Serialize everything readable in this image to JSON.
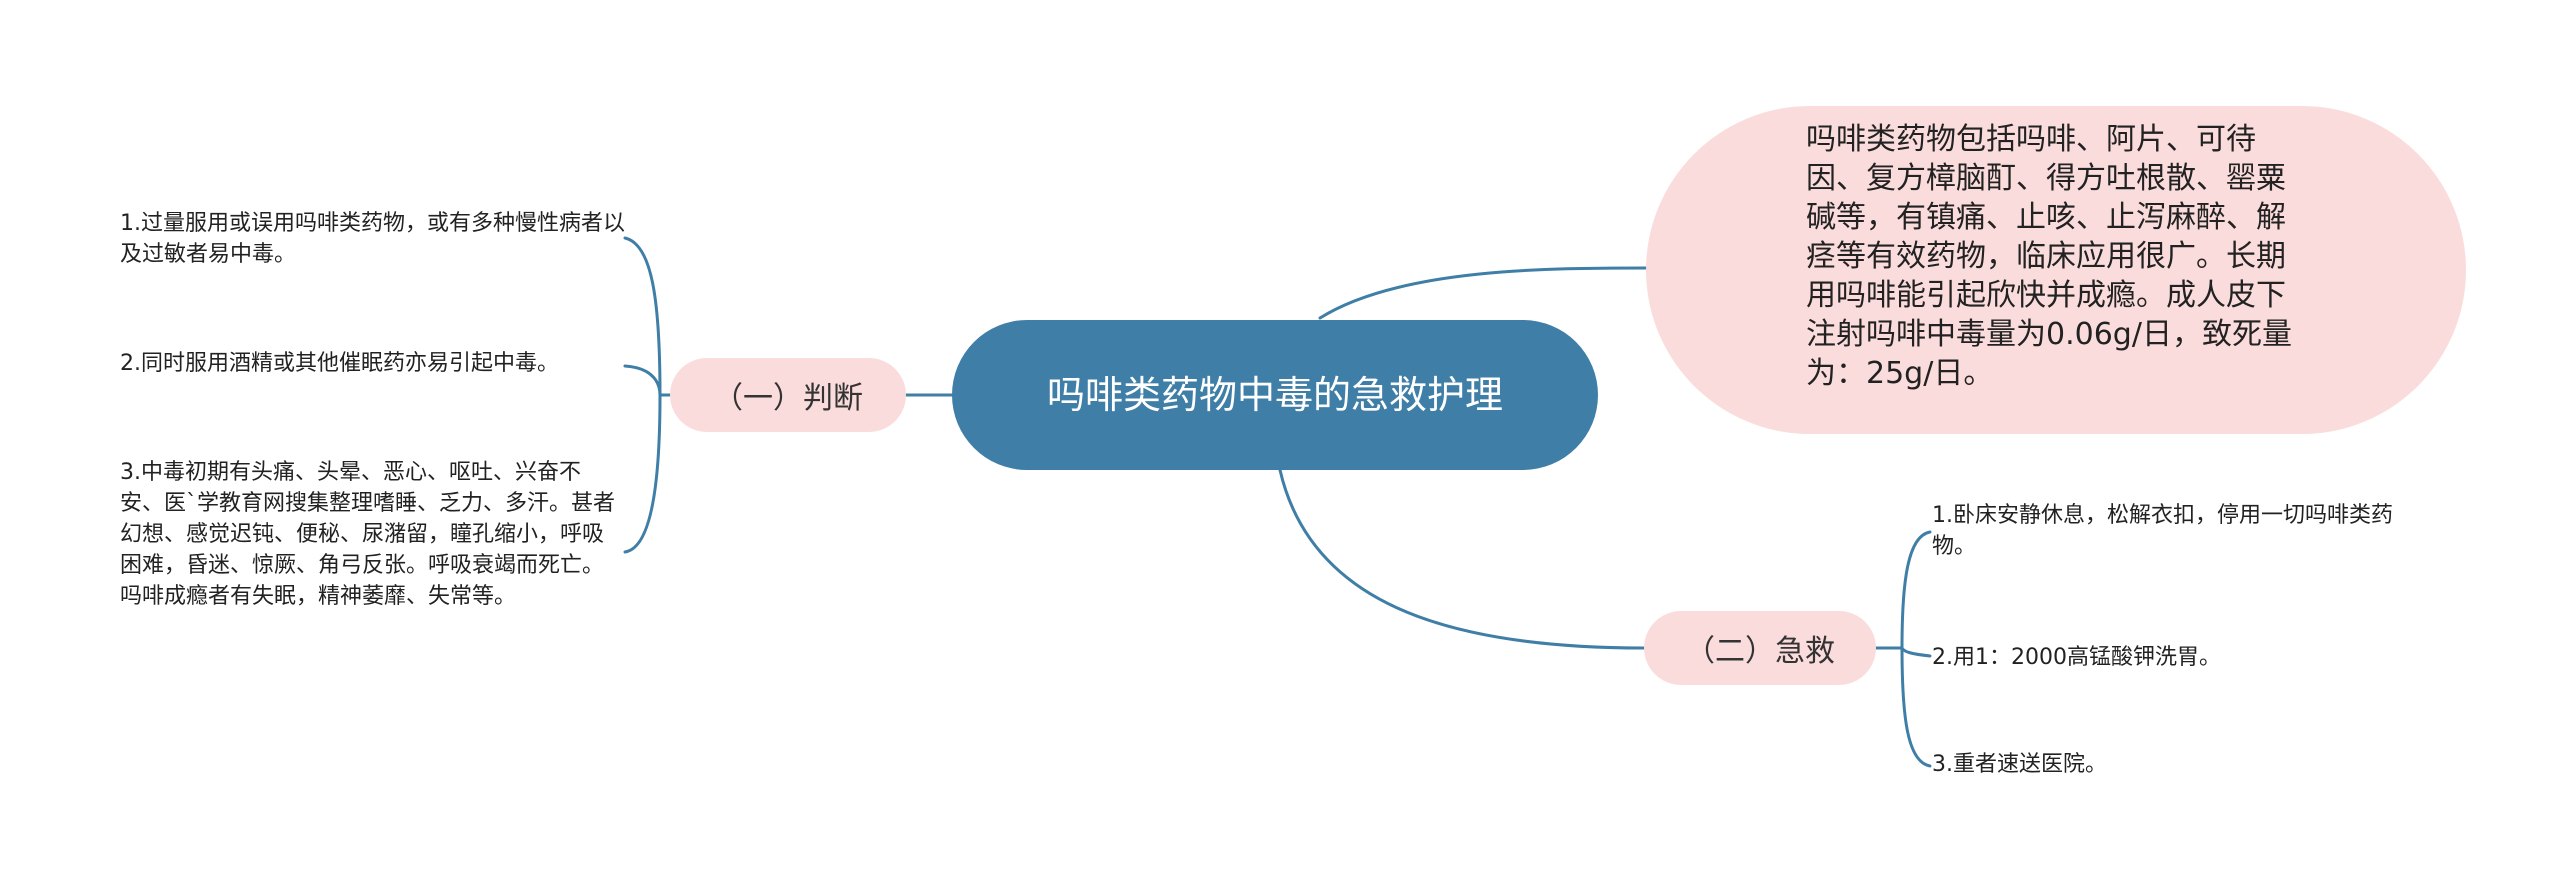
{
  "central": {
    "title": "吗啡类药物中毒的急救护理"
  },
  "description": {
    "text": "吗啡类药物包括吗啡、阿片、可待因、复方樟脑酊、得方吐根散、罂粟碱等，有镇痛、止咳、止泻麻醉、解痉等有效药物，临床应用很广。长期用吗啡能引起欣快并成瘾。成人皮下注射吗啡中毒量为0.06g/日，致死量为：25g/日。"
  },
  "branches": {
    "judge": {
      "label": "（一）判断",
      "items": [
        "1.过量服用或误用吗啡类药物，或有多种慢性病者以及过敏者易中毒。",
        "2.同时服用酒精或其他催眠药亦易引起中毒。",
        "3.中毒初期有头痛、头晕、恶心、呕吐、兴奋不安、医`学教育网搜集整理嗜睡、乏力、多汗。甚者幻想、感觉迟钝、便秘、尿潴留，瞳孔缩小，呼吸困难，昏迷、惊厥、角弓反张。呼吸衰竭而死亡。吗啡成瘾者有失眠，精神萎靡、失常等。"
      ]
    },
    "aid": {
      "label": "（二）急救",
      "items": [
        "1.卧床安静休息，松解衣扣，停用一切吗啡类药物。",
        "2.用1：2000高锰酸钾洗胃。",
        "3.重者速送医院。"
      ]
    }
  },
  "colors": {
    "central_fill": "#3f7ea6",
    "node_fill": "#fbdcdc",
    "connector": "#3f7ea6"
  }
}
